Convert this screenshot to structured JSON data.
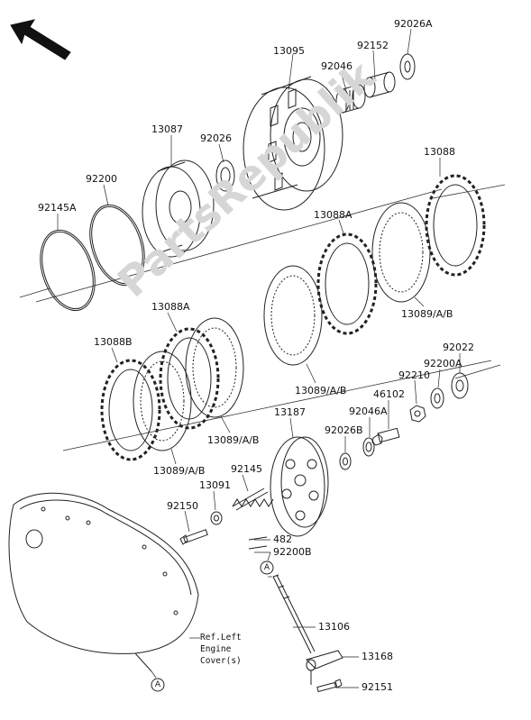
{
  "watermark": "PartsRepublik",
  "parts": [
    {
      "id": "p13095",
      "label": "13095"
    },
    {
      "id": "p92026A",
      "label": "92026A"
    },
    {
      "id": "p92152",
      "label": "92152"
    },
    {
      "id": "p92046",
      "label": "92046"
    },
    {
      "id": "p13087",
      "label": "13087"
    },
    {
      "id": "p92026",
      "label": "92026"
    },
    {
      "id": "p92200",
      "label": "92200"
    },
    {
      "id": "p92145A",
      "label": "92145A"
    },
    {
      "id": "p13088",
      "label": "13088"
    },
    {
      "id": "p13088A_top",
      "label": "13088A"
    },
    {
      "id": "p13089_r",
      "label": "13089/A/B"
    },
    {
      "id": "p13088A_mid",
      "label": "13088A"
    },
    {
      "id": "p13088B",
      "label": "13088B"
    },
    {
      "id": "p13089_m",
      "label": "13089/A/B"
    },
    {
      "id": "p92022",
      "label": "92022"
    },
    {
      "id": "p92200A",
      "label": "92200A"
    },
    {
      "id": "p92210",
      "label": "92210"
    },
    {
      "id": "p46102",
      "label": "46102"
    },
    {
      "id": "p92046A",
      "label": "92046A"
    },
    {
      "id": "p13187",
      "label": "13187"
    },
    {
      "id": "p92026B",
      "label": "92026B"
    },
    {
      "id": "p13089_l",
      "label": "13089/A/B"
    },
    {
      "id": "p13089_bl",
      "label": "13089/A/B"
    },
    {
      "id": "p92145",
      "label": "92145"
    },
    {
      "id": "p13091",
      "label": "13091"
    },
    {
      "id": "p92150",
      "label": "92150"
    },
    {
      "id": "p482",
      "label": "482"
    },
    {
      "id": "p92200B",
      "label": "92200B"
    },
    {
      "id": "p13106",
      "label": "13106"
    },
    {
      "id": "p13168",
      "label": "13168"
    },
    {
      "id": "p92151",
      "label": "92151"
    }
  ],
  "reference_note": "Ref.Left\nEngine\nCover(s)",
  "callouts": {
    "upper": "A",
    "lower": "A"
  }
}
